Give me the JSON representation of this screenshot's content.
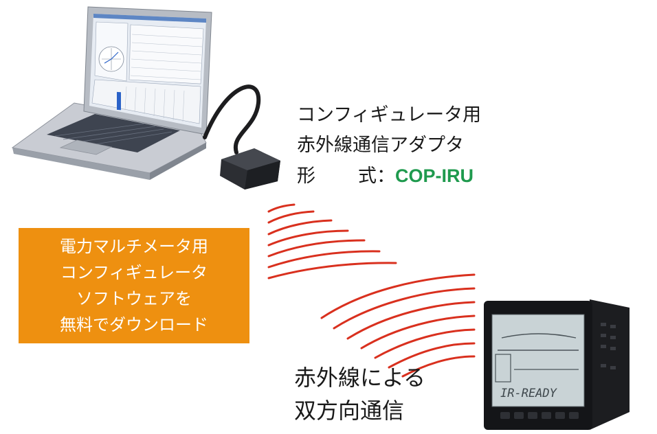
{
  "adapter": {
    "line1": "コンフィギュレータ用",
    "line2": "赤外線通信アダプタ",
    "model_label": "形",
    "model_label2": "式：",
    "model_value": "COP-IRU"
  },
  "promo": {
    "lines": [
      "電力マルチメータ用",
      "コンフィギュレータ",
      "ソフトウェアを",
      "無料でダウンロード"
    ]
  },
  "ir": {
    "lines": [
      "赤外線による",
      "双方向通信"
    ]
  },
  "meter": {
    "display_text": "IR-READY"
  },
  "colors": {
    "promo_bg": "#ee9010",
    "model_value": "#1f9a4e",
    "ir_waves": "#d9301e"
  }
}
